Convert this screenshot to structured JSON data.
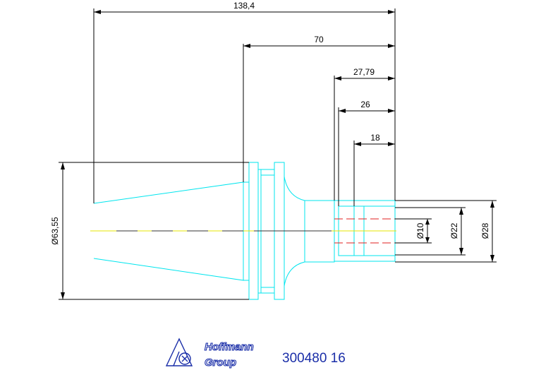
{
  "dimensions": {
    "overall_length": "138,4",
    "length_70": "70",
    "length_27_79": "27,79",
    "length_26": "26",
    "length_18": "18",
    "dia_63_55": "Ø63,55",
    "dia_10": "Ø10",
    "dia_22": "Ø22",
    "dia_28": "Ø28"
  },
  "logo": {
    "line1": "Hoffmann",
    "line2": "Group"
  },
  "part_number": "300480 16",
  "colors": {
    "outline": "#00e5ee",
    "centerline": "#e6e600",
    "hidden": "#e02020",
    "dim": "#000000",
    "brand": "#1a2ea8"
  }
}
